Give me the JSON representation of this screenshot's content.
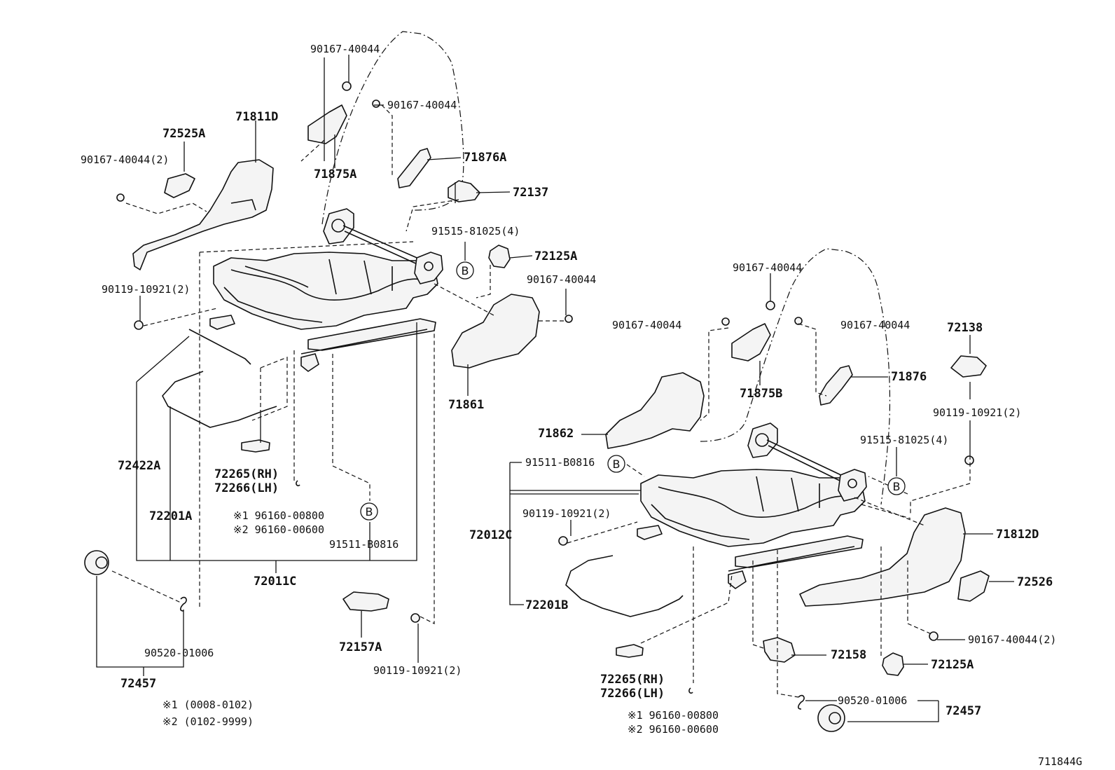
{
  "diagram_code": "711844G",
  "legend": {
    "note1": "※1 (0008-0102)",
    "note2": "※2 (0102-9999)"
  },
  "ref_marker": "B",
  "left": {
    "p90167_top": "90167-40044",
    "p90167_mid": "90167-40044",
    "p71811D": "71811D",
    "p72525A": "72525A",
    "p90167_2": "90167-40044(2)",
    "p71875A": "71875A",
    "p71876A": "71876A",
    "p72137": "72137",
    "p91515": "91515-81025(4)",
    "p72125A": "72125A",
    "p90119_a": "90119-10921(2)",
    "p90167_r": "90167-40044",
    "p71861": "71861",
    "p72422A": "72422A",
    "p72265": "72265(RH)",
    "p72266": "72266(LH)",
    "p96160_1": "※1 96160-00800",
    "p96160_2": "※2 96160-00600",
    "p72201A": "72201A",
    "p91511": "91511-B0816",
    "p72011C": "72011C",
    "p90520": "90520-01006",
    "p72457": "72457",
    "p72157A": "72157A",
    "p90119_b": "90119-10921(2)"
  },
  "right": {
    "p90167_top": "90167-40044",
    "p90167_l": "90167-40044",
    "p90167_r": "90167-40044",
    "p72138": "72138",
    "p71875B": "71875B",
    "p71876": "71876",
    "p71862": "71862",
    "p90119_a": "90119-10921(2)",
    "p91515": "91515-81025(4)",
    "p91511": "91511-B0816",
    "p72012C": "72012C",
    "p90119_b": "90119-10921(2)",
    "p71812D": "71812D",
    "p72526": "72526",
    "p72201B": "72201B",
    "p90167_2": "90167-40044(2)",
    "p72158": "72158",
    "p72125A": "72125A",
    "p72265": "72265(RH)",
    "p72266": "72266(LH)",
    "p90520": "90520-01006",
    "p72457": "72457",
    "p96160_1": "※1 96160-00800",
    "p96160_2": "※2 96160-00600"
  }
}
